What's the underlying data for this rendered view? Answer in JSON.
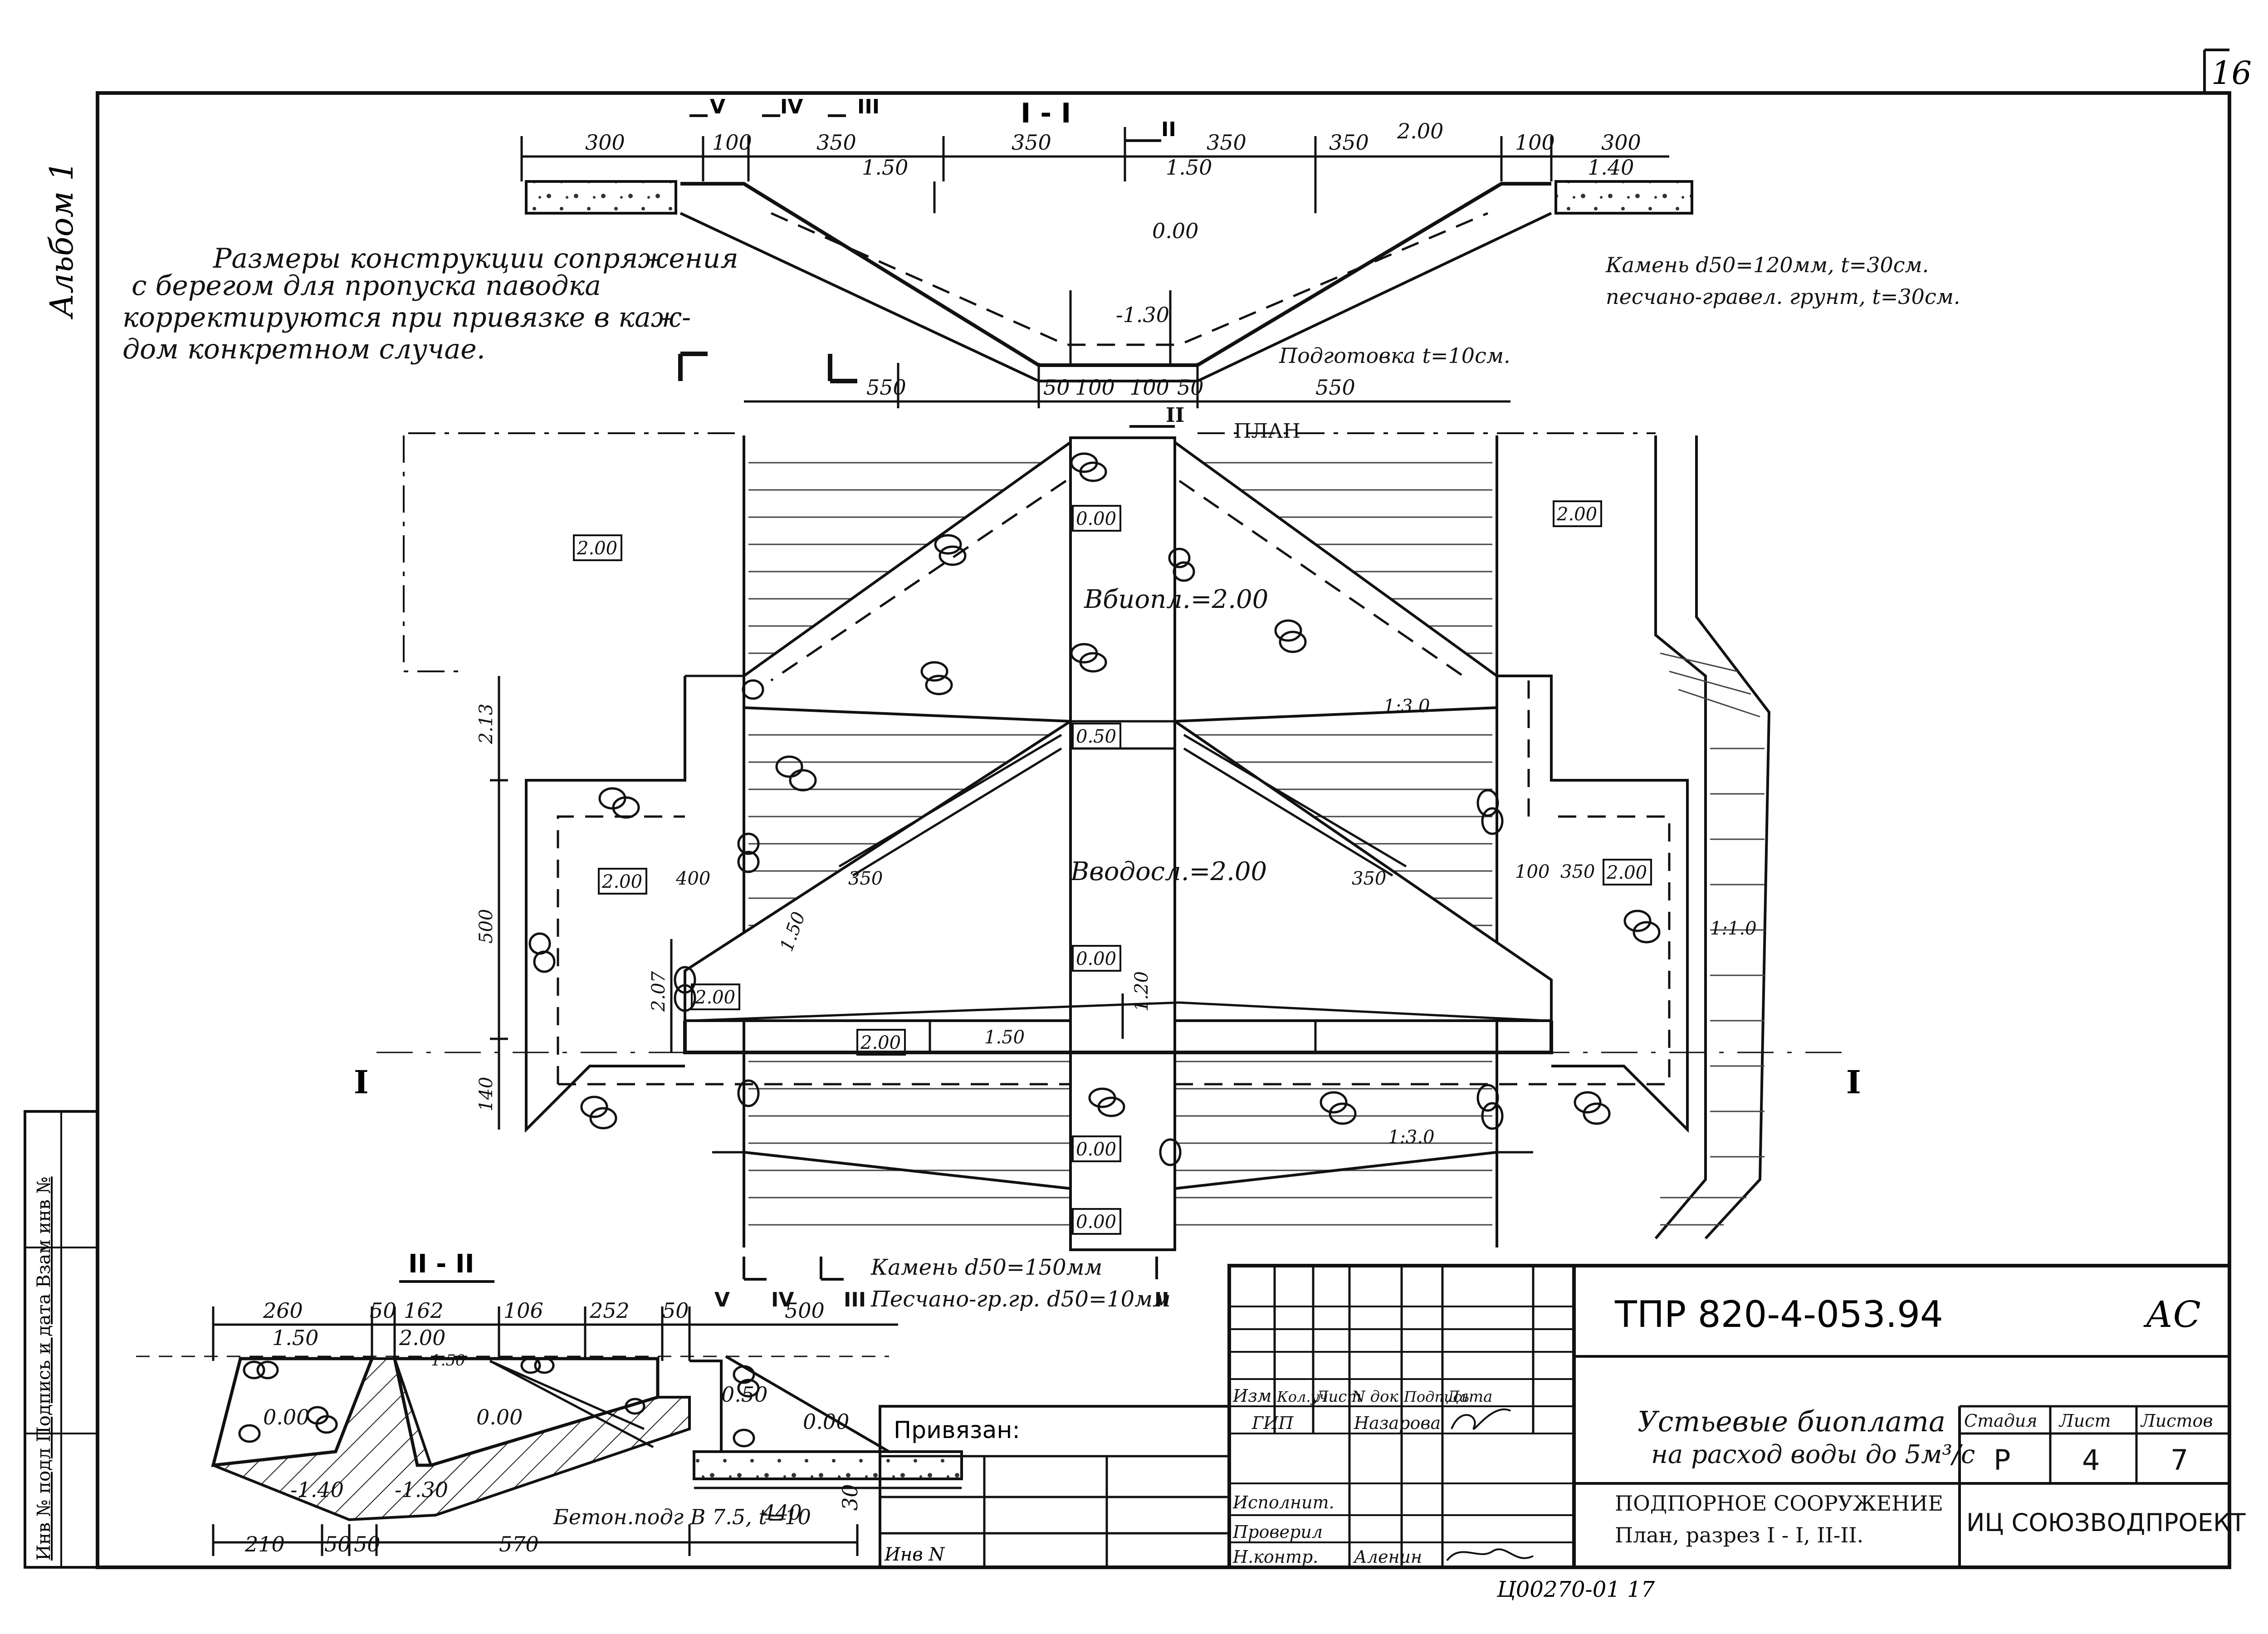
{
  "sheet": {
    "page_number": "16",
    "album_label": "Альбом 1",
    "side_stamp": "Инв № подл  Подпись и дата  Взам инв №"
  },
  "note": {
    "lines": [
      "Размеры конструкции сопряжения",
      "с берегом для пропуска паводка",
      "корректируются при привязке в каж-",
      "дом конкретном случае."
    ]
  },
  "section_1_1": {
    "title": "I - I",
    "cut_marks": [
      "V",
      "IV",
      "III",
      "II"
    ],
    "dims_top": [
      "300",
      "100",
      "350",
      "350",
      "350",
      "350",
      "2.00",
      "100",
      "300"
    ],
    "elevations": [
      "1.50",
      "1.50",
      "1.40",
      "0.00",
      "-1.30"
    ],
    "dims_bottom": [
      "550",
      "50",
      "100",
      "100",
      "50",
      "550"
    ],
    "labels": {
      "stone": "Камень d50=120мм, t=30см.",
      "gravel": "песчано-гравел. грунт, t=30см.",
      "prep": "Подготовка t=10см."
    }
  },
  "plan": {
    "title": "ПЛАН",
    "cut_mark_top": "II",
    "elevations_boxed": [
      "2.00",
      "2.00",
      "0.00",
      "0.50",
      "2.00",
      "2.00",
      "2.00",
      "2.00",
      "0.00",
      "0.00",
      "0.00"
    ],
    "elevation_150": "1.50",
    "width_bio": "Bбиопл.=2.00",
    "width_vodosl": "Bводосл.=2.00",
    "slopes": [
      "1:3.0",
      "1:3.0",
      "1:1.0"
    ],
    "dims": [
      "2.13",
      "500",
      "140",
      "2.07",
      "400",
      "350",
      "350",
      "100",
      "350",
      "1.50",
      "1.20"
    ],
    "section_marks": [
      "I",
      "I"
    ],
    "bottom_marks": [
      "V",
      "IV",
      "III",
      "II"
    ],
    "bottom_labels": {
      "stone": "Камень d50=150мм",
      "gravel": "Песчано-гр.гр. d50=10мм"
    }
  },
  "section_2_2": {
    "title": "II - II",
    "dims_top": [
      "260",
      "50",
      "162",
      "106",
      "252",
      "50",
      "500"
    ],
    "elevations": [
      "1.50",
      "2.00",
      "1.50",
      "0.00",
      "0.00",
      "-1.40",
      "-1.30",
      "0.50",
      "0.00"
    ],
    "dims_bottom": [
      "210",
      "50",
      "50",
      "570",
      "440",
      "30"
    ],
    "concrete_label": "Бетон.подг В 7.5, t=10",
    "privyazan_label": "Привязан:",
    "inv_label": "Инв N"
  },
  "title_block": {
    "code": "ТПР 820-4-053.94",
    "mark": "АС",
    "rev_headers": [
      "Изм",
      "Кол.уч",
      "Лист",
      "N док",
      "Подпись",
      "Дата"
    ],
    "roles": [
      "ГИП",
      "Исполнит.",
      "Проверил",
      "Н.контр."
    ],
    "names": [
      "Назарова",
      "",
      "",
      "Аленин"
    ],
    "project_title_1": "Устьевые биоплата",
    "project_title_2": "на расход воды до 5м³/с",
    "structure": "ПОДПОРНОЕ СООРУЖЕНИЕ",
    "sheet_content": "План, разрез I - I, II-II.",
    "stage_label": "Стадия",
    "sheet_label": "Лист",
    "sheets_label": "Листов",
    "stage": "Р",
    "sheet": "4",
    "sheets": "7",
    "org": "ИЦ СОЮЗВОДПРОЕКТ"
  },
  "footer": {
    "archive_no": "Ц00270-01  17"
  }
}
